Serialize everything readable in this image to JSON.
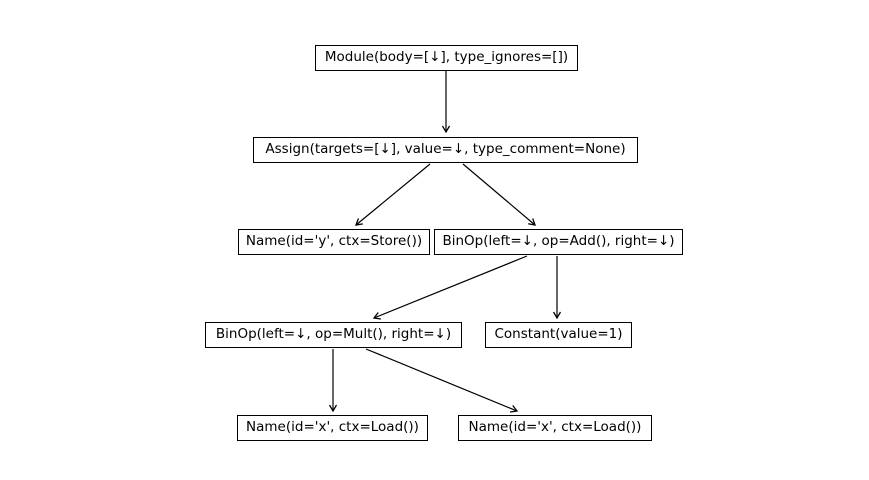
{
  "diagram": {
    "kind": "ast-tree",
    "nodes": {
      "module": {
        "label": "Module(body=[↓], type_ignores=[])"
      },
      "assign": {
        "label": "Assign(targets=[↓], value=↓, type_comment=None)"
      },
      "name_y": {
        "label": "Name(id='y', ctx=Store())"
      },
      "binop_add": {
        "label": "BinOp(left=↓, op=Add(), right=↓)"
      },
      "binop_mult": {
        "label": "BinOp(left=↓, op=Mult(), right=↓)"
      },
      "constant": {
        "label": "Constant(value=1)"
      },
      "name_x_left": {
        "label": "Name(id='x', ctx=Load())"
      },
      "name_x_right": {
        "label": "Name(id='x', ctx=Load())"
      }
    },
    "edges": [
      {
        "from": "module",
        "to": "assign"
      },
      {
        "from": "assign",
        "to": "name_y"
      },
      {
        "from": "assign",
        "to": "binop_add"
      },
      {
        "from": "binop_add",
        "to": "binop_mult"
      },
      {
        "from": "binop_add",
        "to": "constant"
      },
      {
        "from": "binop_mult",
        "to": "name_x_left"
      },
      {
        "from": "binop_mult",
        "to": "name_x_right"
      }
    ],
    "colors": {
      "background": "#ffffff",
      "node_fill": "#ffffff",
      "node_border": "#000000",
      "text": "#000000",
      "arrow": "#000000"
    }
  }
}
